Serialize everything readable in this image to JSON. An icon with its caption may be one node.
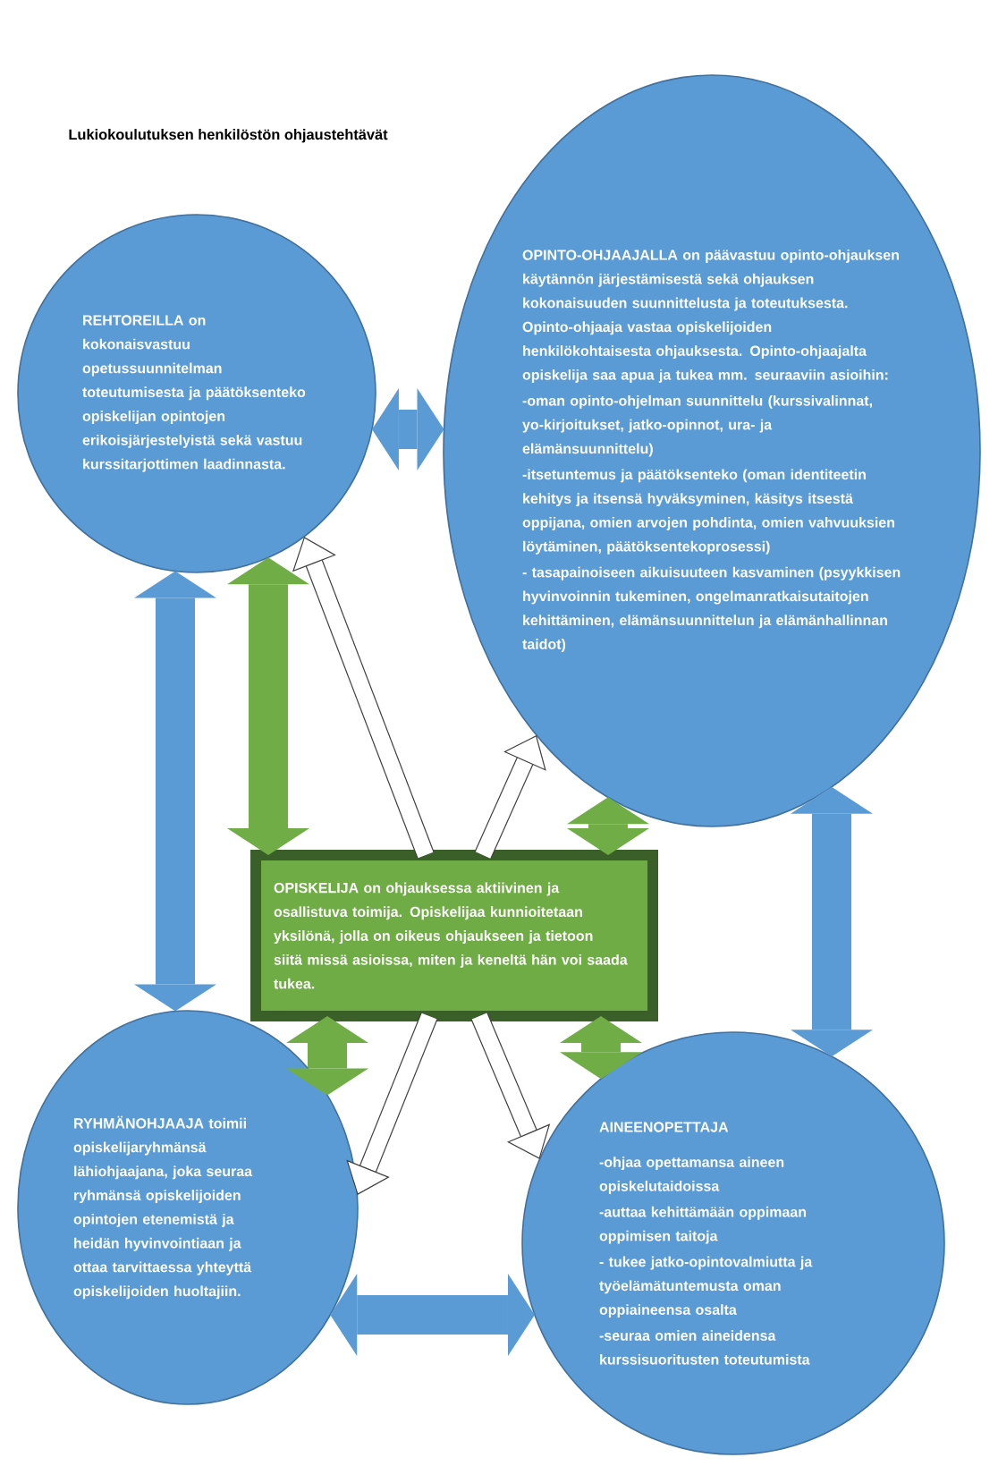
{
  "diagram": {
    "title": "Lukiokoulutuksen henkilöstön ohjaustehtävät",
    "nodes": [
      {
        "text": [
          "REHTOREILLA on kokonaisvastuu opetussuunnitelman toteutumisesta ja päätöksenteko opiskelijan opintojen erikoisjärjestelyistä sekä vastuu kurssitarjottimen laadinnasta."
        ]
      },
      {
        "text": [
          "OPINTO-OHJAAJALLA on päävastuu opinto-ohjauksen käytännön järjestämisestä sekä ohjauksen kokonaisuuden suunnittelusta ja toteutuksesta. Opinto-ohjaaja vastaa opiskelijoiden henkilökohtaisesta ohjauksesta. Opinto-ohjaajalta opiskelija saa apua ja tukea mm. seuraaviin asioihin:",
          "-oman opinto-ohjelman suunnittelu (kurssivalinnat, yo-kirjoitukset, jatko-opinnot, ura- ja elämänsuunnittelu)",
          "-itsetuntemus ja päätöksenteko (oman identiteetin kehitys ja itsensä hyväksyminen, käsitys itsestä oppijana, omien arvojen pohdinta, omien vahvuuksien löytäminen, päätöksentekoprosessi)",
          "- tasapainoiseen aikuisuuteen kasvaminen (psyykkisen hyvinvoinnin tukeminen, ongelmanratkaisutaitojen kehittäminen, elämänsuunnittelun ja elämänhallinnan taidot)"
        ]
      },
      {
        "text": [
          "OPISKELIJA on ohjauksessa aktiivinen ja osallistuva toimija. Opiskelijaa kunnioitetaan yksilönä, jolla on oikeus ohjaukseen ja tietoon siitä missä asioissa, miten ja keneltä hän voi saada tukea."
        ]
      },
      {
        "text": [
          "RYHMÄNOHJAAJA toimii opiskelijaryhmänsä lähiohjaajana, joka seuraa ryhmänsä opiskelijoiden opintojen etenemistä ja heidän hyvinvointiaan ja ottaa tarvittaessa yhteyttä opiskelijoiden huoltajiin."
        ]
      },
      {
        "text": [
          "AINEENOPETTAJA",
          "-ohjaa opettamansa aineen opiskelutaidoissa",
          "-auttaa kehittämään oppimaan oppimisen taitoja",
          "- tukee jatko-opintovalmiutta ja työelämätuntemusta oman oppiaineensa osalta",
          "-seuraa omien aineidensa kurssisuoritusten toteutumista"
        ]
      }
    ],
    "edges": [
      {
        "from": 0,
        "to": 1,
        "arrow": "both"
      },
      {
        "from": 0,
        "to": 3,
        "arrow": "both"
      },
      {
        "from": 1,
        "to": 4,
        "arrow": "both"
      },
      {
        "from": 3,
        "to": 4,
        "arrow": "both"
      },
      {
        "from": 0,
        "to": 2,
        "arrow": "both",
        "color": "#70ad47"
      },
      {
        "from": 1,
        "to": 2,
        "arrow": "both",
        "color": "#70ad47"
      },
      {
        "from": 2,
        "to": 3,
        "arrow": "both",
        "color": "#70ad47"
      },
      {
        "from": 2,
        "to": 4,
        "arrow": "both",
        "color": "#70ad47"
      },
      {
        "from": 2,
        "to": 0,
        "arrow": "to",
        "color": "#404040"
      },
      {
        "from": 2,
        "to": 1,
        "arrow": "to",
        "color": "#404040"
      },
      {
        "from": 2,
        "to": 3,
        "arrow": "to",
        "color": "#404040"
      },
      {
        "from": 2,
        "to": 4,
        "arrow": "to",
        "color": "#404040"
      }
    ]
  }
}
